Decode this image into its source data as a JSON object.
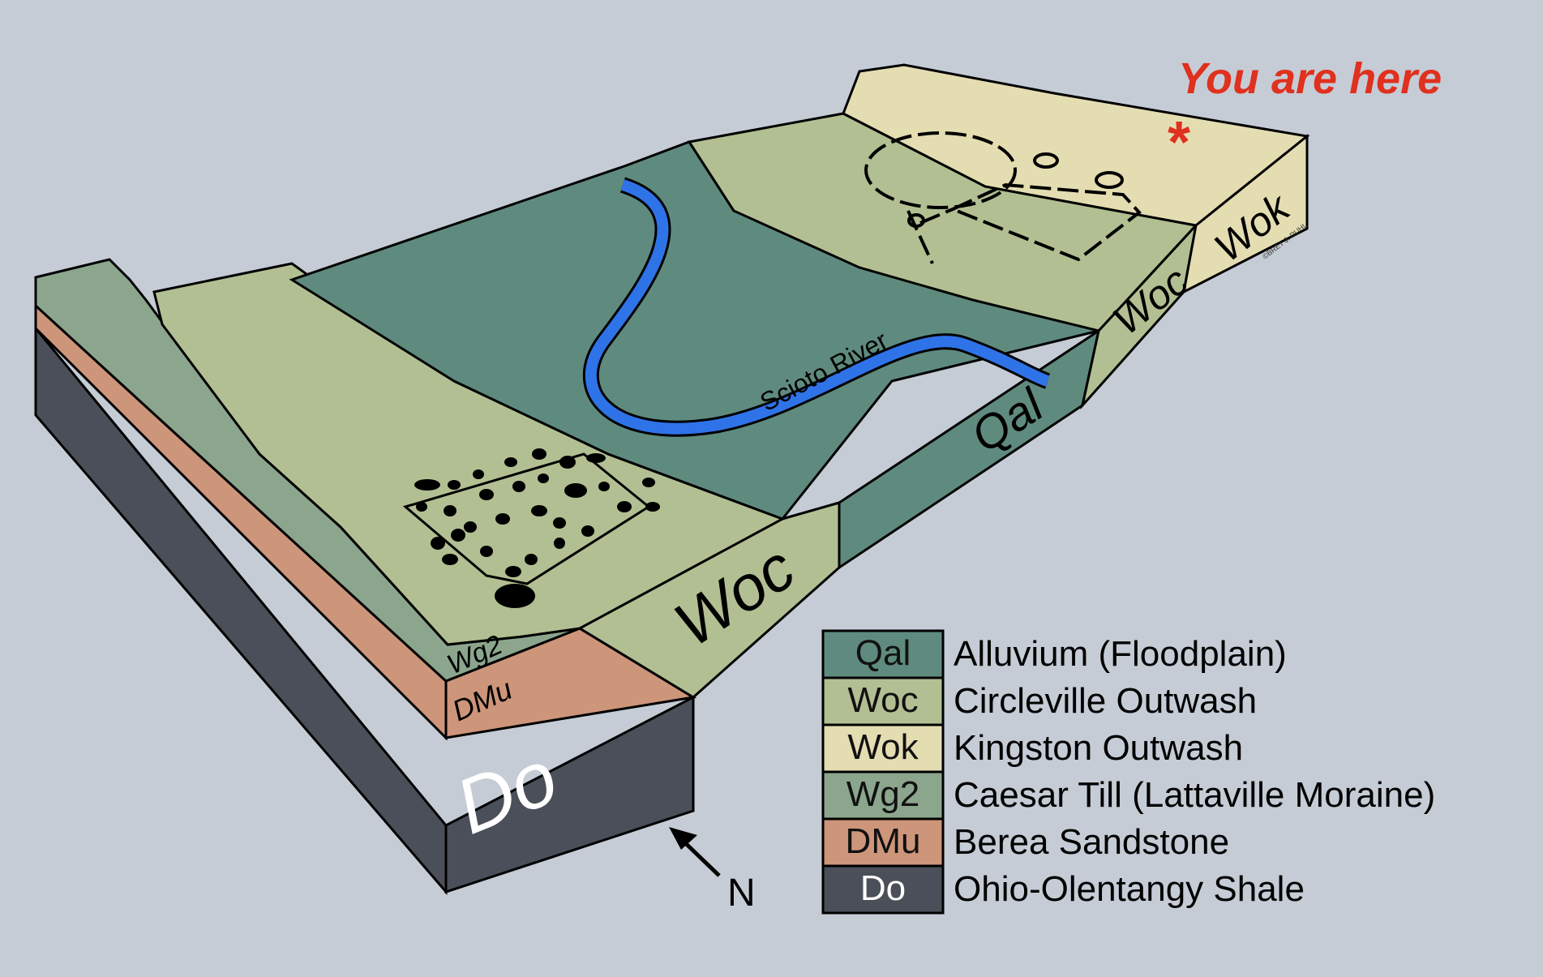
{
  "marker": {
    "label": "You are here",
    "symbol": "*"
  },
  "block_labels": {
    "qal": "Qal",
    "woc_front": "Woc",
    "woc_back": "Woc",
    "wok": "Wok",
    "wg2": "Wg2",
    "dmu": "DMu",
    "do": "Do"
  },
  "river": {
    "label": "Scioto River"
  },
  "north_arrow": {
    "label": "N"
  },
  "credit": "©BRET J. RUHL",
  "legend": [
    {
      "code": "Qal",
      "name": "Alluvium (Floodplain)",
      "color": "#5f8b7e",
      "code_color": "#111111"
    },
    {
      "code": "Woc",
      "name": "Circleville Outwash",
      "color": "#b2bf92",
      "code_color": "#111111"
    },
    {
      "code": "Wok",
      "name": "Kingston Outwash",
      "color": "#e4ddb2",
      "code_color": "#111111"
    },
    {
      "code": "Wg2",
      "name": "Caesar Till (Lattaville Moraine)",
      "color": "#8ba68d",
      "code_color": "#111111"
    },
    {
      "code": "DMu",
      "name": "Berea Sandstone",
      "color": "#cd957a",
      "code_color": "#111111"
    },
    {
      "code": "Do",
      "name": "Ohio-Olentangy Shale",
      "color": "#4b4f59",
      "code_color": "#ffffff"
    }
  ],
  "colors": {
    "background": "#c5ccd5",
    "marker": "#e0301e",
    "river": "#2f73e8",
    "qal": "#5f8b7e",
    "woc": "#b2bf92",
    "wok": "#e4ddb2",
    "wg2": "#8ba68d",
    "dmu": "#cd957a",
    "do": "#4b4f59"
  }
}
